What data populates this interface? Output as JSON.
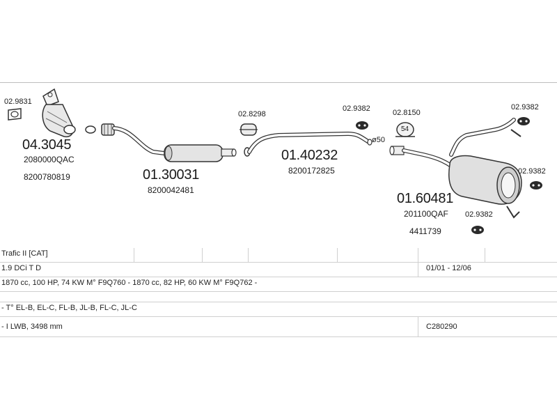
{
  "parts": {
    "gasket_left": "02.9831",
    "catalyst_number": "04.3045",
    "catalyst_ref1": "2080000QAC",
    "catalyst_ref2": "8200780819",
    "front_silencer_number": "01.30031",
    "front_silencer_ref": "8200042481",
    "clamp_1": "02.8298",
    "rubber_1": "02.9382",
    "mid_pipe_number": "01.40232",
    "mid_pipe_ref": "8200172825",
    "clamp_2": "02.8150",
    "clamp_2_size": "54",
    "pipe_diameter": "ø50",
    "rubber_top": "02.9382",
    "rubber_right": "02.9382",
    "rear_silencer_number": "01.60481",
    "rear_silencer_ref1": "201100QAF",
    "rear_silencer_ref2": "4411739",
    "rubber_bottom": "02.9382"
  },
  "table": {
    "model": "Trafic II  [CAT]",
    "engine": "1.9 DCi T D",
    "years": "01/01 - 12/06",
    "specs": "1870 cc, 100 HP, 74 KW M° F9Q760 - 1870 cc, 82 HP, 60 KW M° F9Q762 -",
    "types": "- T° EL-B, EL-C, FL-B, JL-B, FL-C, JL-C",
    "wheelbase": "- I LWB, 3498 mm",
    "code": "C280290"
  }
}
